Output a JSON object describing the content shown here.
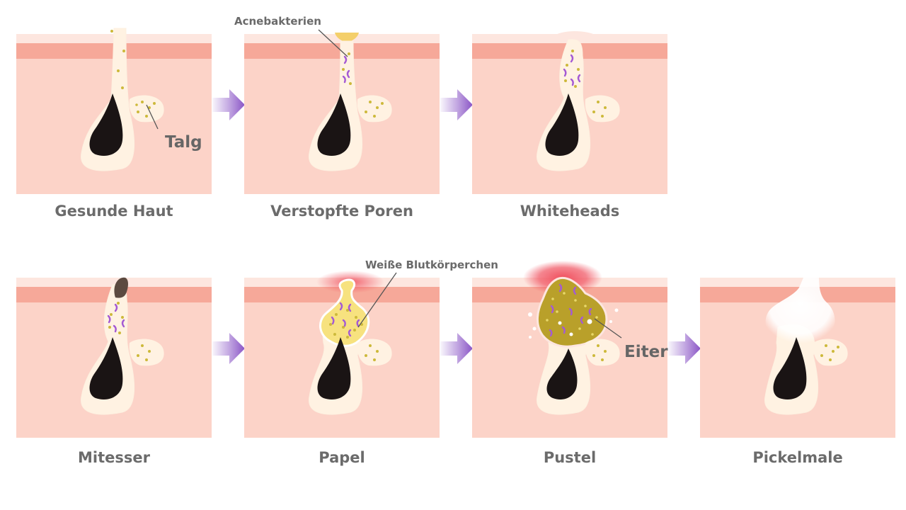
{
  "stages": [
    {
      "label": "Gesunde Haut"
    },
    {
      "label": "Verstopfte Poren"
    },
    {
      "label": "Whiteheads"
    },
    {
      "label": "Mitesser"
    },
    {
      "label": "Papel"
    },
    {
      "label": "Pustel"
    },
    {
      "label": "Pickelmale"
    }
  ],
  "callouts": {
    "talg": "Talg",
    "acnebakterien": "Acnebakterien",
    "weisse_blutkoerperchen": "Weiße Blutkörperchen",
    "eiter": "Eiter"
  },
  "colors": {
    "skin": "#fcd3c8",
    "epidermis": "#f6a899",
    "surface": "#fde6df",
    "follicle": "#fff2e2",
    "hair": "#1a1414",
    "sebum_dot": "#cdb93a",
    "bacteria": "#a45ad4",
    "arrow": "#8a55c6",
    "papule_fill": "#f7e27f",
    "pus_fill": "#b9a02a",
    "inflammation": "#f0515f",
    "plug": "#5c4a40",
    "label_text": "#6b6b6b"
  }
}
